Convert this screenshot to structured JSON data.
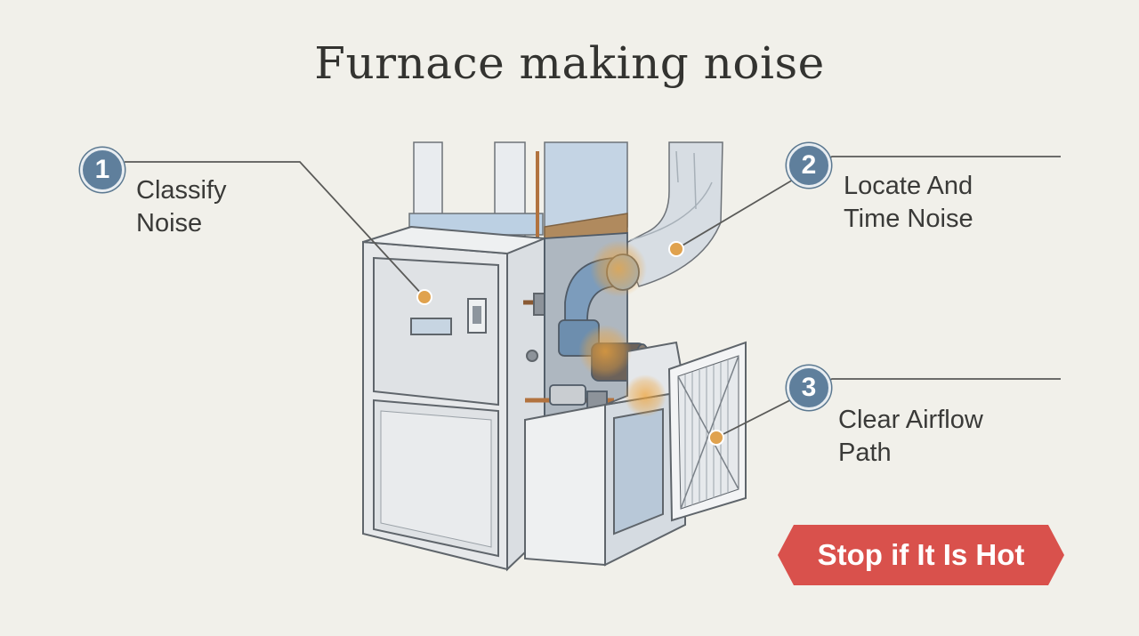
{
  "title": "Furnace making noise",
  "steps": [
    {
      "number": "1",
      "label": "Classify Noise"
    },
    {
      "number": "2",
      "label": "Locate And Time Noise"
    },
    {
      "number": "3",
      "label": "Clear Airflow Path"
    }
  ],
  "warning": {
    "label": "Stop if It Is Hot",
    "color": "#d9514c"
  },
  "colors": {
    "background": "#f1f0ea",
    "badge": "#5f7f9c",
    "marker": "#e0a24e"
  }
}
